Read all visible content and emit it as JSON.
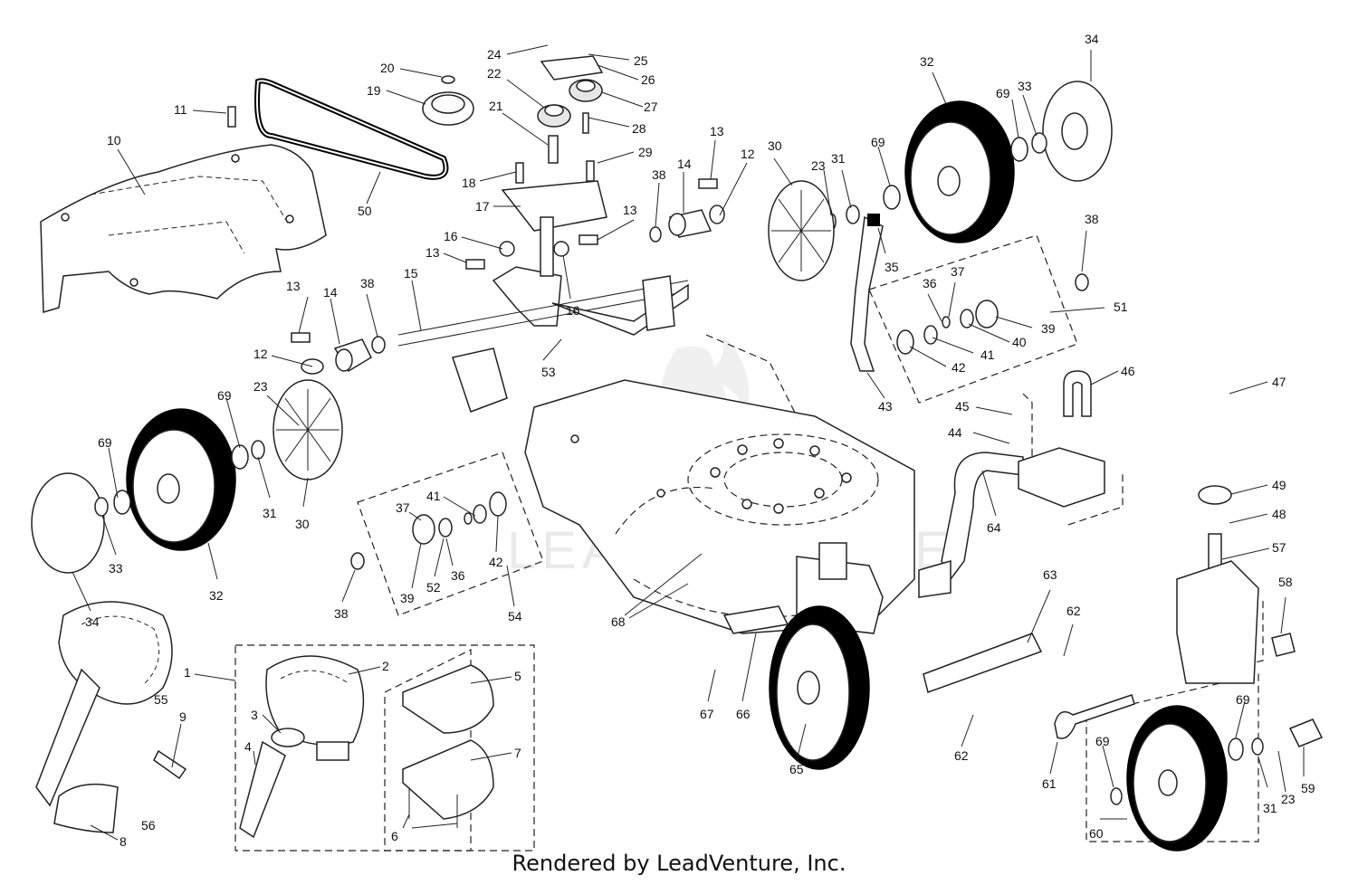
{
  "watermark": "LEADVENTURE",
  "footer": "Rendered by LeadVenture, Inc.",
  "callouts": [
    {
      "id": "c1",
      "label": "1"
    },
    {
      "id": "c2",
      "label": "2"
    },
    {
      "id": "c3",
      "label": "3"
    },
    {
      "id": "c4",
      "label": "4"
    },
    {
      "id": "c5",
      "label": "5"
    },
    {
      "id": "c6",
      "label": "6"
    },
    {
      "id": "c7",
      "label": "7"
    },
    {
      "id": "c8",
      "label": "8"
    },
    {
      "id": "c9",
      "label": "9"
    },
    {
      "id": "c10",
      "label": "10"
    },
    {
      "id": "c11",
      "label": "11"
    },
    {
      "id": "c12a",
      "label": "12"
    },
    {
      "id": "c12b",
      "label": "12"
    },
    {
      "id": "c13a",
      "label": "13"
    },
    {
      "id": "c13b",
      "label": "13"
    },
    {
      "id": "c13c",
      "label": "13"
    },
    {
      "id": "c13d",
      "label": "13"
    },
    {
      "id": "c14a",
      "label": "14"
    },
    {
      "id": "c14b",
      "label": "14"
    },
    {
      "id": "c15",
      "label": "15"
    },
    {
      "id": "c16a",
      "label": "16"
    },
    {
      "id": "c16b",
      "label": "16"
    },
    {
      "id": "c17",
      "label": "17"
    },
    {
      "id": "c18",
      "label": "18"
    },
    {
      "id": "c19",
      "label": "19"
    },
    {
      "id": "c20",
      "label": "20"
    },
    {
      "id": "c21",
      "label": "21"
    },
    {
      "id": "c22",
      "label": "22"
    },
    {
      "id": "c23a",
      "label": "23"
    },
    {
      "id": "c23b",
      "label": "23"
    },
    {
      "id": "c23c",
      "label": "23"
    },
    {
      "id": "c24",
      "label": "24"
    },
    {
      "id": "c25",
      "label": "25"
    },
    {
      "id": "c26",
      "label": "26"
    },
    {
      "id": "c27",
      "label": "27"
    },
    {
      "id": "c28",
      "label": "28"
    },
    {
      "id": "c29",
      "label": "29"
    },
    {
      "id": "c30a",
      "label": "30"
    },
    {
      "id": "c30b",
      "label": "30"
    },
    {
      "id": "c31a",
      "label": "31"
    },
    {
      "id": "c31b",
      "label": "31"
    },
    {
      "id": "c31c",
      "label": "31"
    },
    {
      "id": "c32a",
      "label": "32"
    },
    {
      "id": "c32b",
      "label": "32"
    },
    {
      "id": "c33a",
      "label": "33"
    },
    {
      "id": "c33b",
      "label": "33"
    },
    {
      "id": "c34a",
      "label": "34"
    },
    {
      "id": "c34b",
      "label": "34"
    },
    {
      "id": "c35",
      "label": "35"
    },
    {
      "id": "c36a",
      "label": "36"
    },
    {
      "id": "c36b",
      "label": "36"
    },
    {
      "id": "c37a",
      "label": "37"
    },
    {
      "id": "c37b",
      "label": "37"
    },
    {
      "id": "c38a",
      "label": "38"
    },
    {
      "id": "c38b",
      "label": "38"
    },
    {
      "id": "c38c",
      "label": "38"
    },
    {
      "id": "c38d",
      "label": "38"
    },
    {
      "id": "c39a",
      "label": "39"
    },
    {
      "id": "c39b",
      "label": "39"
    },
    {
      "id": "c40",
      "label": "40"
    },
    {
      "id": "c41a",
      "label": "41"
    },
    {
      "id": "c41b",
      "label": "41"
    },
    {
      "id": "c42a",
      "label": "42"
    },
    {
      "id": "c42b",
      "label": "42"
    },
    {
      "id": "c43",
      "label": "43"
    },
    {
      "id": "c44",
      "label": "44"
    },
    {
      "id": "c45",
      "label": "45"
    },
    {
      "id": "c46",
      "label": "46"
    },
    {
      "id": "c47",
      "label": "47"
    },
    {
      "id": "c48",
      "label": "48"
    },
    {
      "id": "c49",
      "label": "49"
    },
    {
      "id": "c50",
      "label": "50"
    },
    {
      "id": "c51",
      "label": "51"
    },
    {
      "id": "c52",
      "label": "52"
    },
    {
      "id": "c53",
      "label": "53"
    },
    {
      "id": "c54",
      "label": "54"
    },
    {
      "id": "c55",
      "label": "55"
    },
    {
      "id": "c56",
      "label": "56"
    },
    {
      "id": "c57",
      "label": "57"
    },
    {
      "id": "c58",
      "label": "58"
    },
    {
      "id": "c59",
      "label": "59"
    },
    {
      "id": "c60",
      "label": "60"
    },
    {
      "id": "c61",
      "label": "61"
    },
    {
      "id": "c62a",
      "label": "62"
    },
    {
      "id": "c62b",
      "label": "62"
    },
    {
      "id": "c63",
      "label": "63"
    },
    {
      "id": "c64",
      "label": "64"
    },
    {
      "id": "c65",
      "label": "65"
    },
    {
      "id": "c66",
      "label": "66"
    },
    {
      "id": "c67",
      "label": "67"
    },
    {
      "id": "c68",
      "label": "68"
    },
    {
      "id": "c69a",
      "label": "69"
    },
    {
      "id": "c69b",
      "label": "69"
    },
    {
      "id": "c69c",
      "label": "69"
    },
    {
      "id": "c69d",
      "label": "69"
    },
    {
      "id": "c69e",
      "label": "69"
    },
    {
      "id": "c69f",
      "label": "69"
    }
  ]
}
